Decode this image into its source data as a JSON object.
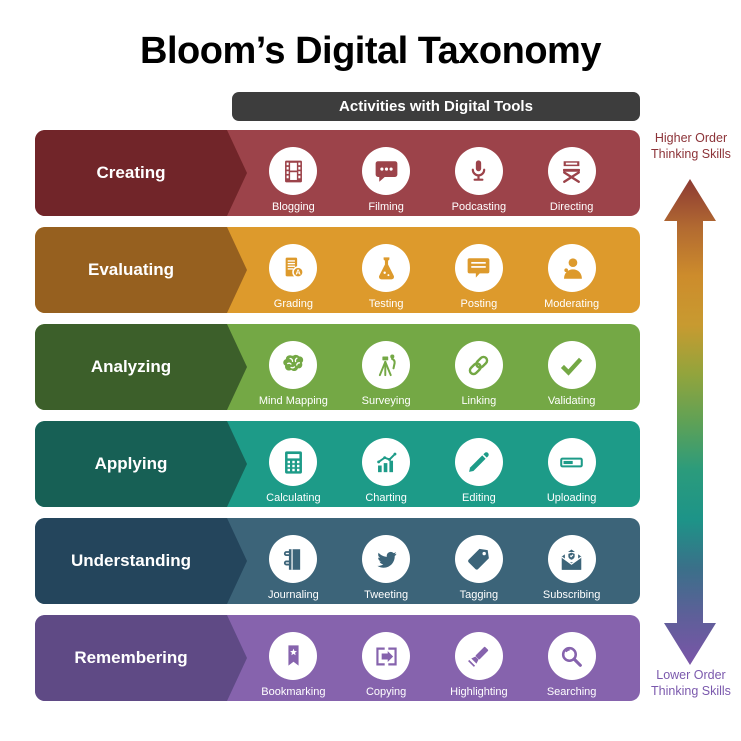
{
  "title": "Bloom’s Digital Taxonomy",
  "header": {
    "label": "Activities with Digital Tools",
    "bg": "#3d3d3d"
  },
  "scale": {
    "top_label": "Higher Order Thinking Skills",
    "bottom_label": "Lower Order Thinking Skills",
    "top_color": "#8c3338",
    "bottom_color": "#7b59ad",
    "gradient": [
      "#8c3a33",
      "#b26a31",
      "#cd8c2c",
      "#c89a30",
      "#93a43c",
      "#5fa156",
      "#2b9b7c",
      "#1d9488",
      "#3a7089",
      "#5e5f99",
      "#7a55a8"
    ]
  },
  "rows": [
    {
      "label": "Creating",
      "band_color": "#9c434a",
      "arrow_color": "#712529",
      "items": [
        {
          "label": "Blogging",
          "icon": "film-strip"
        },
        {
          "label": "Filming",
          "icon": "chat-dots"
        },
        {
          "label": "Podcasting",
          "icon": "microphone"
        },
        {
          "label": "Directing",
          "icon": "director-chair"
        }
      ]
    },
    {
      "label": "Evaluating",
      "band_color": "#dd9a2c",
      "arrow_color": "#96601f",
      "items": [
        {
          "label": "Grading",
          "icon": "graded-document"
        },
        {
          "label": "Testing",
          "icon": "flask"
        },
        {
          "label": "Posting",
          "icon": "chat-lines"
        },
        {
          "label": "Moderating",
          "icon": "person"
        }
      ]
    },
    {
      "label": "Analyzing",
      "band_color": "#74a845",
      "arrow_color": "#3c5f2a",
      "items": [
        {
          "label": "Mind Mapping",
          "icon": "brain"
        },
        {
          "label": "Surveying",
          "icon": "theodolite"
        },
        {
          "label": "Linking",
          "icon": "chain-link"
        },
        {
          "label": "Validating",
          "icon": "checkmark"
        }
      ]
    },
    {
      "label": "Applying",
      "band_color": "#1d9b88",
      "arrow_color": "#176055",
      "items": [
        {
          "label": "Calculating",
          "icon": "calculator"
        },
        {
          "label": "Charting",
          "icon": "bar-chart"
        },
        {
          "label": "Editing",
          "icon": "pencil"
        },
        {
          "label": "Uploading",
          "icon": "progress-bar"
        }
      ]
    },
    {
      "label": "Understanding",
      "band_color": "#3c6479",
      "arrow_color": "#24455c",
      "items": [
        {
          "label": "Journaling",
          "icon": "journal"
        },
        {
          "label": "Tweeting",
          "icon": "bird"
        },
        {
          "label": "Tagging",
          "icon": "tag"
        },
        {
          "label": "Subscribing",
          "icon": "envelope-check"
        }
      ]
    },
    {
      "label": "Remembering",
      "band_color": "#8663ad",
      "arrow_color": "#5f4a85",
      "items": [
        {
          "label": "Bookmarking",
          "icon": "bookmark-star"
        },
        {
          "label": "Copying",
          "icon": "copy-arrow"
        },
        {
          "label": "Highlighting",
          "icon": "highlighter"
        },
        {
          "label": "Searching",
          "icon": "magnifier"
        }
      ]
    }
  ]
}
